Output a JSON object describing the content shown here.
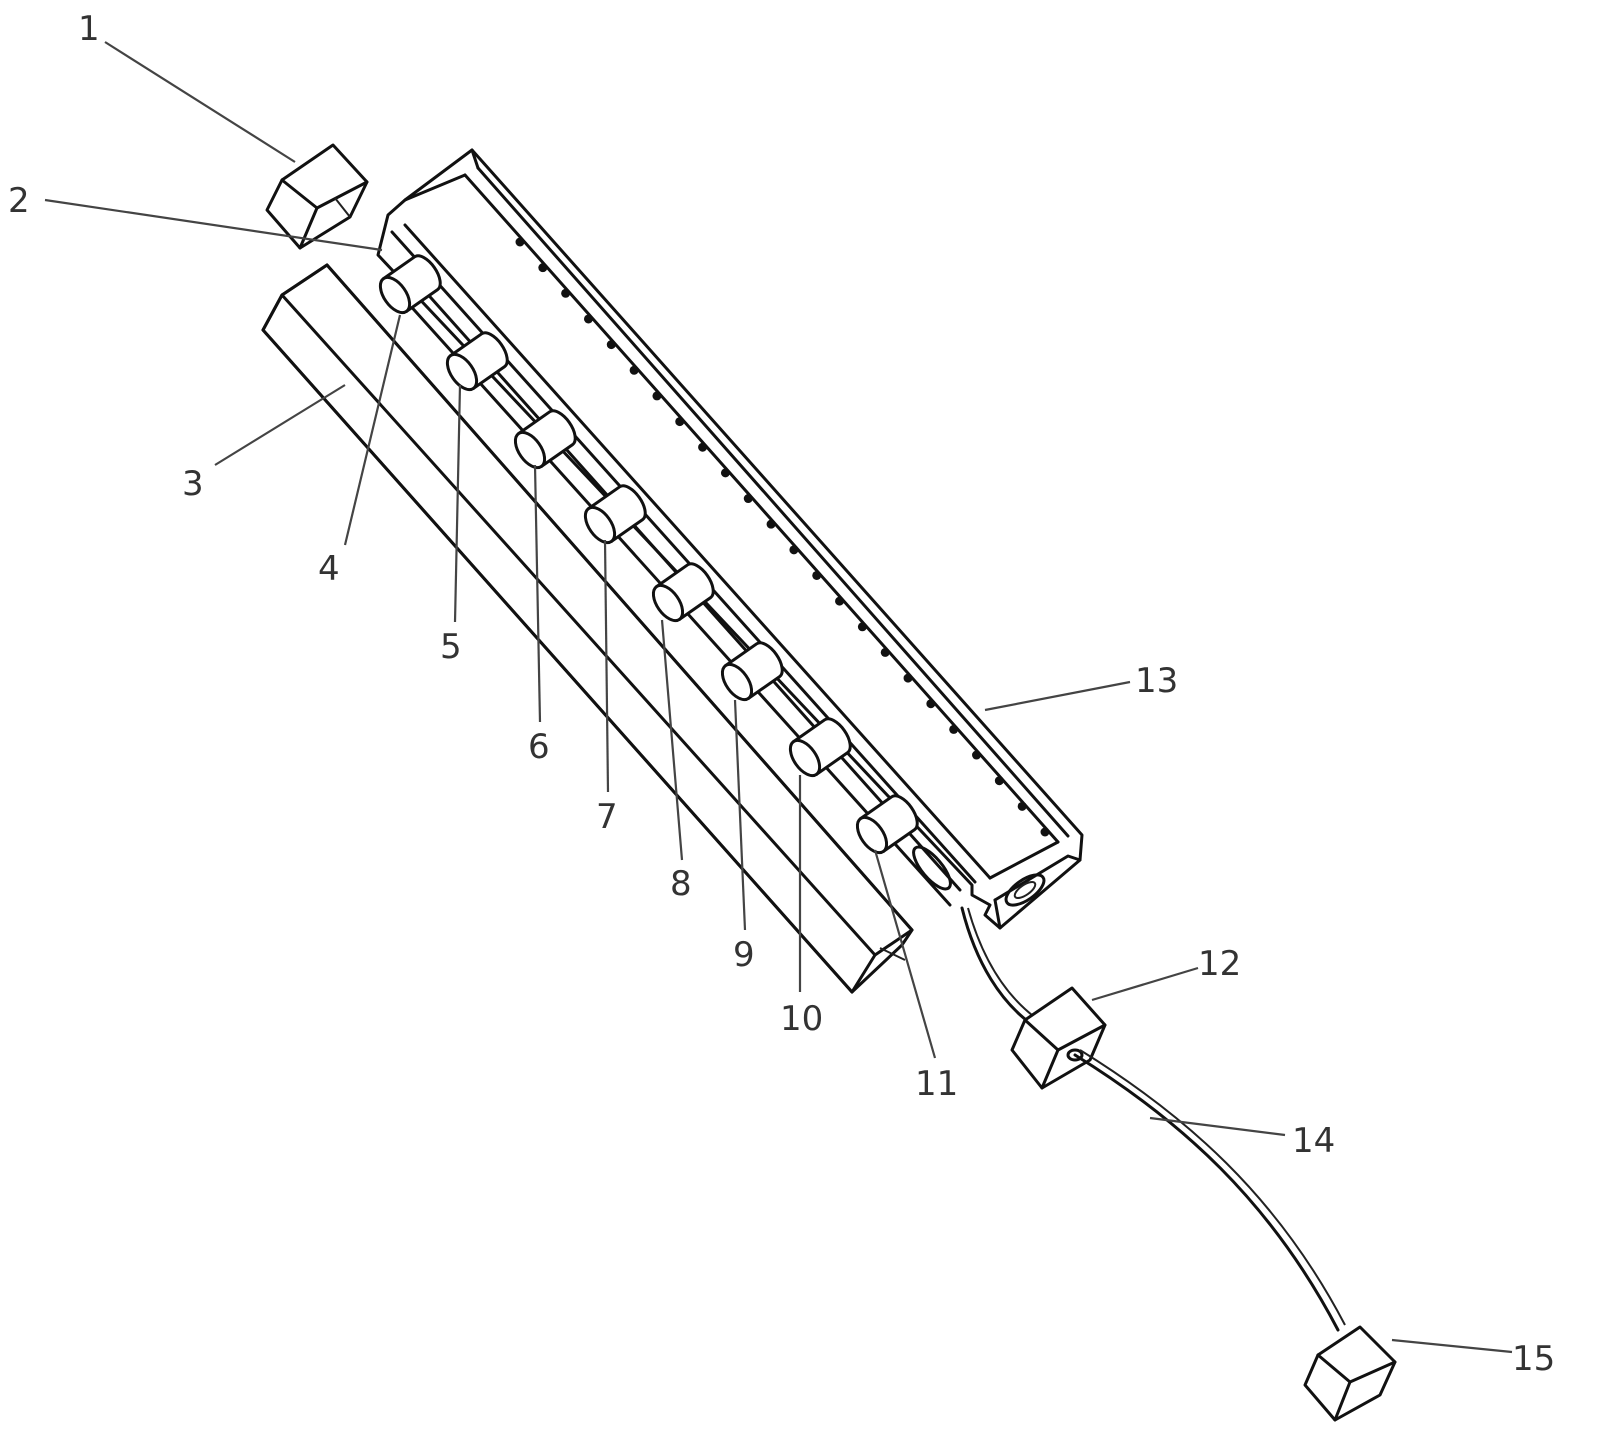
{
  "figure": {
    "labels": [
      "1",
      "2",
      "3",
      "4",
      "5",
      "6",
      "7",
      "8",
      "9",
      "10",
      "11",
      "12",
      "13",
      "14",
      "15"
    ],
    "colors": {
      "line": "#111111",
      "background": "#ffffff"
    }
  }
}
